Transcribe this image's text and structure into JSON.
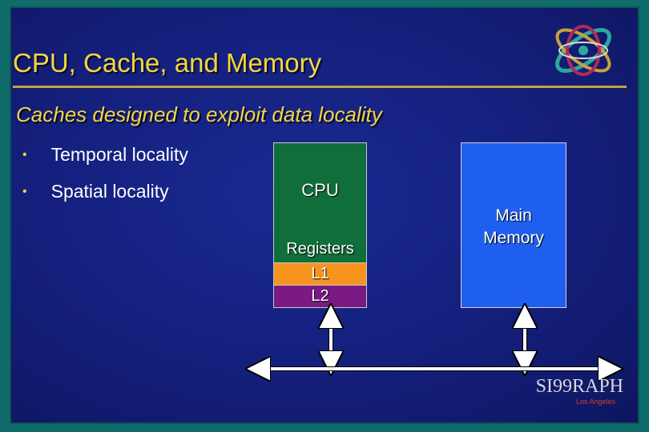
{
  "slide": {
    "title": "CPU, Cache, and Memory",
    "subtitle": "Caches designed to exploit data locality",
    "bullets": [
      "Temporal locality",
      "Spatial locality"
    ]
  },
  "diagram": {
    "cpu_label": "CPU",
    "registers_label": "Registers",
    "l1_label": "L1",
    "l2_label": "L2",
    "memory_label_line1": "Main",
    "memory_label_line2": "Memory"
  },
  "logo": {
    "text": "SI99RAPH",
    "subtext": "Los Angeles"
  },
  "colors": {
    "background": "#141f7c",
    "title": "#f4d53f",
    "cpu": "#0f6e3a",
    "l1": "#f7941d",
    "l2": "#7a1a82",
    "memory": "#1f5ff0"
  }
}
